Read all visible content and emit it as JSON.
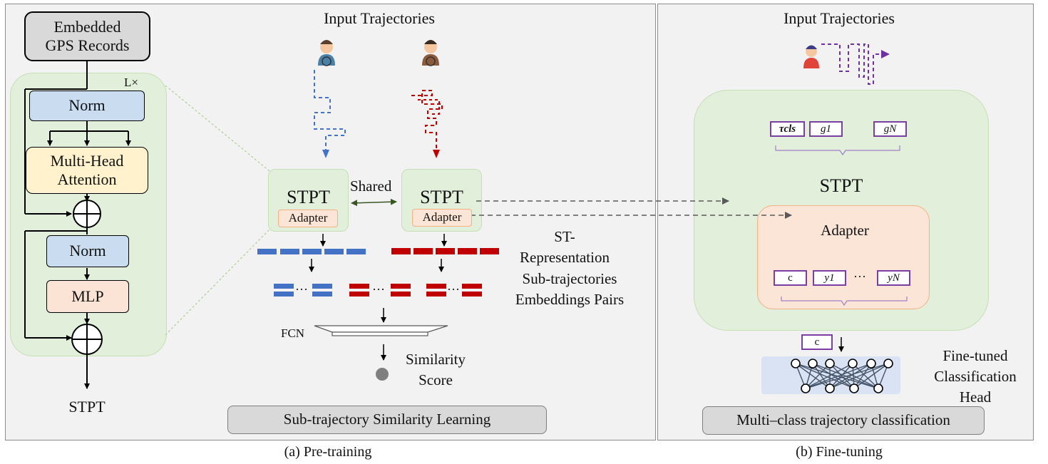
{
  "panels": {
    "pretrain_caption": "(a) Pre-training",
    "finetune_caption": "(b) Fine-tuning"
  },
  "encoder": {
    "embedded_line1": "Embedded",
    "embedded_line2": "GPS Records",
    "repeat": "L×",
    "norm1": "Norm",
    "mha_line1": "Multi-Head",
    "mha_line2": "Attention",
    "norm2": "Norm",
    "mlp": "MLP",
    "output": "STPT"
  },
  "pretrain": {
    "input_title": "Input Trajectories",
    "stpt_left": "STPT",
    "adapter_left": "Adapter",
    "shared": "Shared",
    "stpt_right": "STPT",
    "adapter_right": "Adapter",
    "st_repr_line1": "ST-",
    "st_repr_line2": "Representation",
    "subtraj_line1": "Sub-trajectories",
    "subtraj_line2": "Embeddings Pairs",
    "ellipsis": "···",
    "fcn": "FCN",
    "similarity_line1": "Similarity",
    "similarity_line2": "Score",
    "footer": "Sub-trajectory Similarity Learning"
  },
  "finetune": {
    "input_title": "Input Trajectories",
    "tok_cls": "τcls",
    "tok_g1": "g1",
    "tok_gN": "gN",
    "stpt": "STPT",
    "adapter": "Adapter",
    "tok_c": "c",
    "tok_y1": "y1",
    "tok_yN": "yN",
    "dots": "···",
    "head_c": "c",
    "head_line1": "Fine-tuned",
    "head_line2": "Classification",
    "head_line3": "Head",
    "footer": "Multi–class trajectory classification"
  },
  "colors": {
    "norm": "#c9dcf0",
    "attention": "#fff2cc",
    "mlp": "#fbe3d6",
    "green": "#e2efda",
    "blue_traj": "#4472c4",
    "red_traj": "#c00000",
    "purple": "#7030a0"
  },
  "icons": [
    "driver-icon",
    "driver-icon",
    "driver-icon"
  ]
}
